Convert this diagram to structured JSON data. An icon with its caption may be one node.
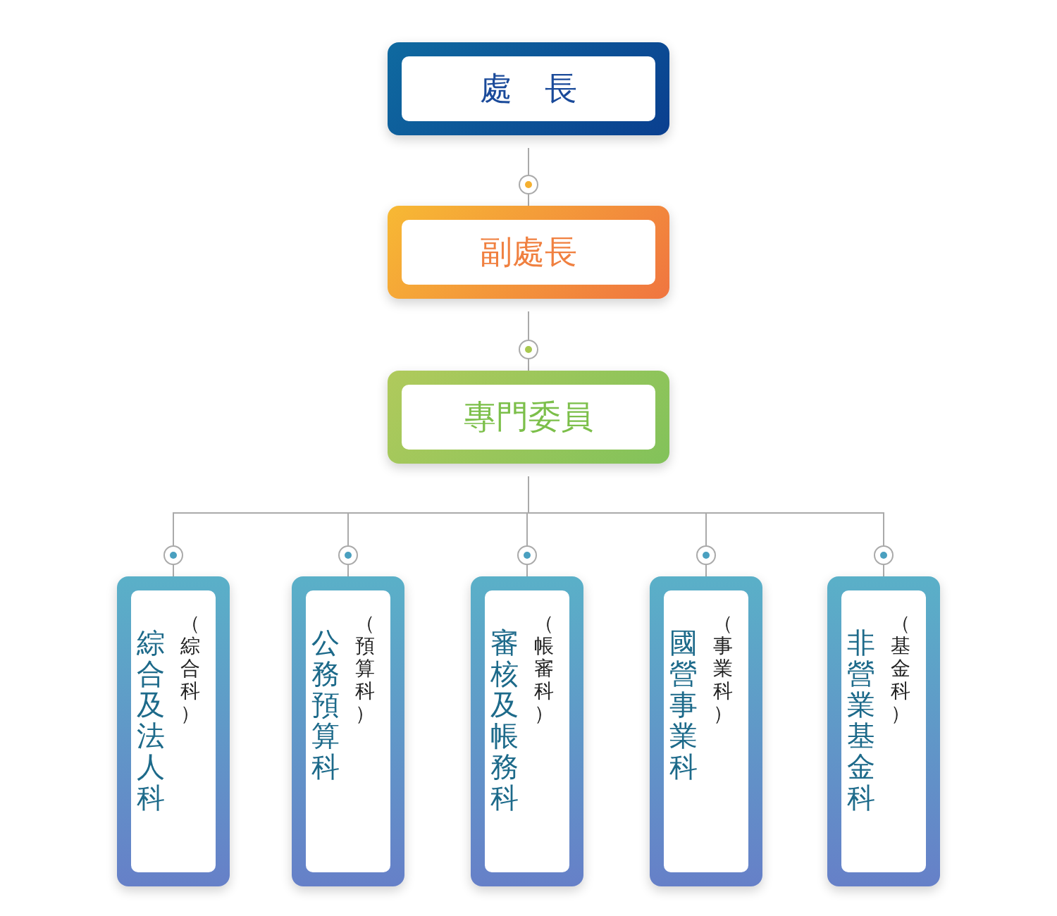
{
  "diagram": {
    "nodes": [
      {
        "text": [
          "處　長"
        ]
      },
      {
        "text": [
          "副處長"
        ]
      },
      {
        "text": [
          "專門委員"
        ]
      },
      {
        "text": [
          "綜合及法人科",
          "（綜合科）"
        ]
      },
      {
        "text": [
          "公務預算科",
          "（預算科）"
        ]
      },
      {
        "text": [
          "審核及帳務科",
          "（帳審科）"
        ]
      },
      {
        "text": [
          "國營事業科",
          "（事業科）"
        ]
      },
      {
        "text": [
          "非營業基金科",
          "（基金科）"
        ]
      }
    ],
    "edges": [
      {
        "from": 0,
        "to": 1,
        "arrow": "none"
      },
      {
        "from": 1,
        "to": 2,
        "arrow": "none"
      },
      {
        "from": 2,
        "to": 3,
        "arrow": "none"
      },
      {
        "from": 2,
        "to": 4,
        "arrow": "none"
      },
      {
        "from": 2,
        "to": 5,
        "arrow": "none"
      },
      {
        "from": 2,
        "to": 6,
        "arrow": "none"
      },
      {
        "from": 2,
        "to": 7,
        "arrow": "none"
      }
    ]
  }
}
